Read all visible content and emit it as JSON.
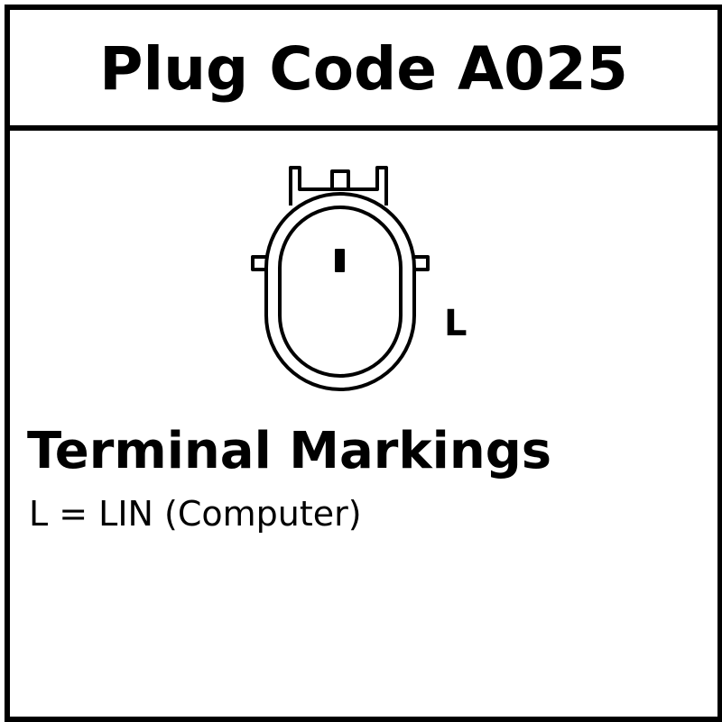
{
  "header": {
    "title": "Plug Code A025"
  },
  "connector": {
    "terminals": [
      {
        "label": "L"
      }
    ]
  },
  "legend": {
    "title": "Terminal Markings",
    "entries": [
      {
        "text": "L = LIN (Computer)"
      }
    ]
  }
}
